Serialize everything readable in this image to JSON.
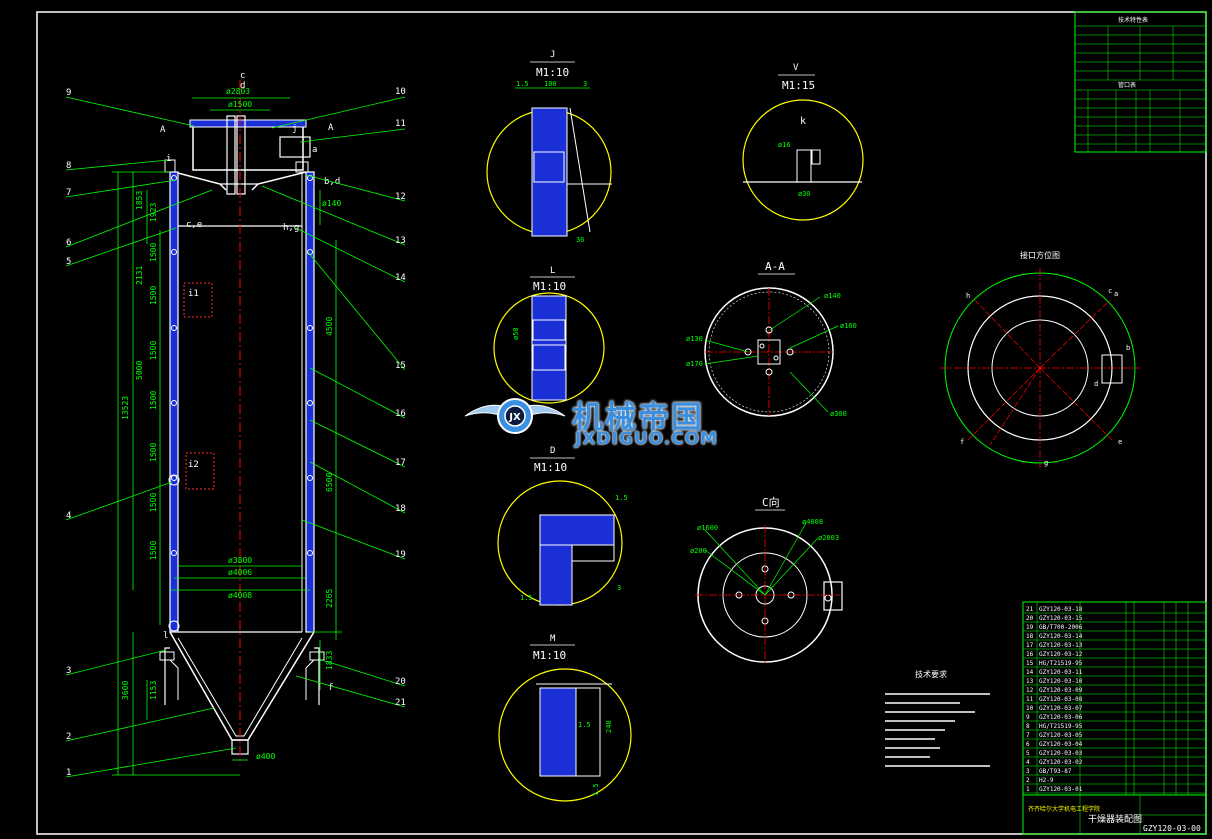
{
  "colors": {
    "background": "#000000",
    "frame": "#ffffff",
    "leader": "#00ff00",
    "detail_circle": "#ffff00",
    "centerline": "#ff0000",
    "insulation": "#1a2fd6",
    "wall": "#ffffff",
    "watermark": "#3a8fe0",
    "dimension": "#00ff00"
  },
  "part_numbers": {
    "left": [
      "9",
      "8",
      "7",
      "6",
      "5",
      "4",
      "3",
      "2",
      "1"
    ],
    "right": [
      "10",
      "11",
      "12",
      "13",
      "14",
      "15",
      "16",
      "17",
      "18",
      "19",
      "20",
      "21"
    ]
  },
  "main_view": {
    "top_dims": [
      "ø2803",
      "ø1500"
    ],
    "section_marks": [
      "A",
      "A",
      "c",
      "d"
    ],
    "nozzle_labels": [
      "j",
      "a",
      "b,d",
      "c,e",
      "h,g",
      "f",
      "i",
      "l",
      "i1",
      "i2"
    ],
    "left_dims": [
      "1853",
      "1923",
      "2131",
      "1500",
      "1500",
      "1500",
      "1500",
      "1500",
      "1500",
      "1500",
      "5000",
      "13523",
      "1153",
      "3600"
    ],
    "right_dims": [
      "ø140",
      "4500",
      "6500",
      "2265",
      "1833"
    ],
    "diameter_dims": [
      "ø3800",
      "ø4006",
      "ø4008",
      "ø400"
    ]
  },
  "details": [
    {
      "id": "J",
      "scale": "M1:10",
      "dims": [
        "1.5",
        "100",
        "3",
        "36"
      ]
    },
    {
      "id": "V",
      "scale": "M1:15",
      "dims": [
        "k",
        "ø16",
        "ø30"
      ]
    },
    {
      "id": "L",
      "scale": "M1:10",
      "dims": [
        "ø50"
      ]
    },
    {
      "id": "D",
      "scale": "M1:10",
      "dims": [
        "1.5",
        "3",
        "1.5"
      ]
    },
    {
      "id": "M",
      "scale": "M1:10",
      "dims": [
        "1.5",
        "248",
        "1.5"
      ]
    }
  ],
  "section_aa": {
    "title": "A-A",
    "dims": [
      "ø140",
      "ø160",
      "ø130",
      "ø170",
      "ø300"
    ]
  },
  "view_c": {
    "title": "C向",
    "dims": [
      "ø4008",
      "ø1600",
      "ø2803",
      "ø200"
    ]
  },
  "nozzle_orientation": {
    "title": "接口方位图",
    "letters": [
      "a",
      "b",
      "c",
      "d",
      "e",
      "f",
      "g",
      "h"
    ]
  },
  "watermark": {
    "cn": "机械帝国",
    "en": "JXDIGUO.COM",
    "logo": "JX"
  },
  "tech_req_title": "技术要求",
  "title_block": {
    "drawing_name": "干燥器装配图",
    "drawing_no": "GZY120-03-00",
    "school": "齐齐哈尔大学机电工程学院"
  },
  "specs_table_title": "技术特性表",
  "nozzle_table_title": "管口表",
  "bom_rows": [
    {
      "no": "21",
      "code": "GZY120-03-18"
    },
    {
      "no": "20",
      "code": "GZY120-03-15"
    },
    {
      "no": "19",
      "code": "GB/T700-2006"
    },
    {
      "no": "18",
      "code": "GZY120-03-14"
    },
    {
      "no": "17",
      "code": "GZY120-03-13"
    },
    {
      "no": "16",
      "code": "GZY120-03-12"
    },
    {
      "no": "15",
      "code": "HG/T21519-95"
    },
    {
      "no": "14",
      "code": "GZY120-03-11"
    },
    {
      "no": "13",
      "code": "GZY120-03-10"
    },
    {
      "no": "12",
      "code": "GZY120-03-09"
    },
    {
      "no": "11",
      "code": "GZY120-03-08"
    },
    {
      "no": "10",
      "code": "GZY120-03-07"
    },
    {
      "no": "9",
      "code": "GZY120-03-06"
    },
    {
      "no": "8",
      "code": "HG/T21519-95"
    },
    {
      "no": "7",
      "code": "GZY120-03-05"
    },
    {
      "no": "6",
      "code": "GZY120-03-04"
    },
    {
      "no": "5",
      "code": "GZY120-03-03"
    },
    {
      "no": "4",
      "code": "GZY120-03-02"
    },
    {
      "no": "3",
      "code": "GB/T93-87"
    },
    {
      "no": "2",
      "code": "H2-9"
    },
    {
      "no": "1",
      "code": "GZY120-03-01"
    }
  ]
}
